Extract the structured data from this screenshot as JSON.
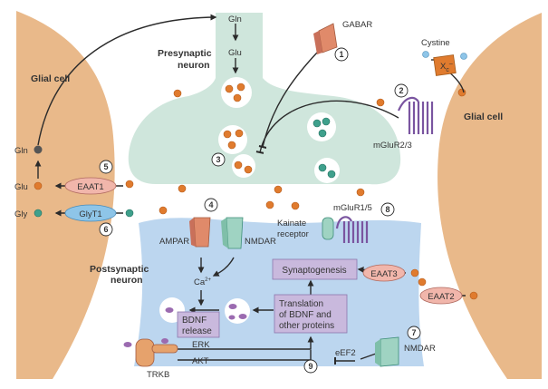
{
  "labels": {
    "presynaptic": [
      "Presynaptic",
      "neuron"
    ],
    "postsynaptic": [
      "Postsynaptic",
      "neuron"
    ],
    "glial_left": "Glial cell",
    "glial_right": "Glial cell",
    "gln_top": "Gln",
    "glu_top": "Glu",
    "gabar": "GABAR",
    "cystine": "Cystine",
    "xc": "X",
    "xc_sub": "c",
    "xc_sup": "–",
    "mglur23": "mGluR2/3",
    "gln_left": "Gln",
    "glu_left": "Glu",
    "gly_left": "Gly",
    "eaat1": "EAAT1",
    "glyt1": "GlyT1",
    "ampar": "AMPAR",
    "nmdar": "NMDAR",
    "kainate": [
      "Kainate",
      "receptor"
    ],
    "mglur15": "mGluR1/5",
    "ca": "Ca",
    "ca_sup": "2+",
    "eaat3": "EAAT3",
    "eaat2": "EAAT2",
    "nmdar2": "NMDAR",
    "trkb": "TRKB",
    "erk": "ERK",
    "akt": "AKT",
    "eef2": "eEF2"
  },
  "boxes": {
    "synaptogenesis": "Synaptogenesis",
    "translation": [
      "Translation",
      "of BDNF and",
      "other proteins"
    ],
    "bdnf": [
      "BDNF",
      "release"
    ]
  },
  "steps": [
    "1",
    "2",
    "3",
    "4",
    "5",
    "6",
    "7",
    "8",
    "9"
  ],
  "colors": {
    "glial": "#e9b98a",
    "presynaptic": "#cfe6dc",
    "postsynaptic": "#bcd6ef",
    "glutamate": "#e07b2e",
    "glycine": "#3fa08c",
    "bdnf": "#9b6bb0",
    "box_purple": "#c9b9dd",
    "transporter_pink": "#f1b6ab",
    "transporter_blue": "#8ec5e8"
  }
}
